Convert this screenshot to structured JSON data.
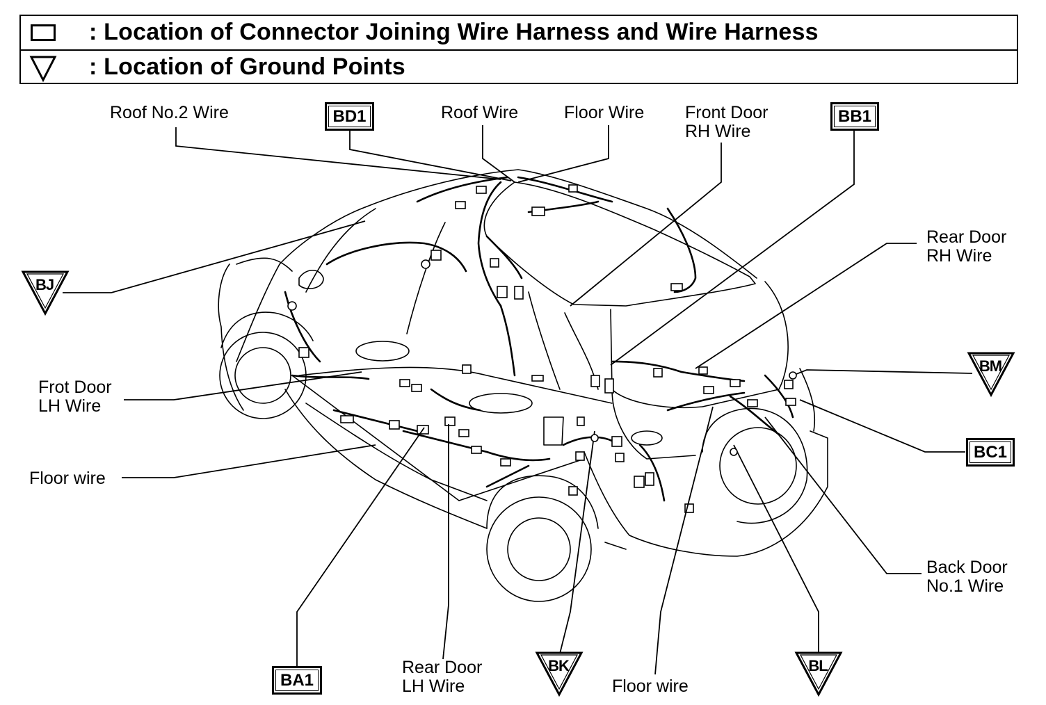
{
  "legend": {
    "connector_text": ": Location of Connector Joining Wire Harness and Wire Harness",
    "ground_text": ": Location of Ground Points"
  },
  "labels": {
    "roof_no2_wire": "Roof No.2 Wire",
    "roof_wire": "Roof Wire",
    "floor_wire_top": "Floor Wire",
    "front_door_rh_wire_1": "Front Door",
    "front_door_rh_wire_2": "RH Wire",
    "rear_door_rh_wire_1": "Rear Door",
    "rear_door_rh_wire_2": "RH Wire",
    "frot_door_lh_wire_1": "Frot Door",
    "frot_door_lh_wire_2": "LH Wire",
    "floor_wire_left": "Floor wire",
    "rear_door_lh_wire_1": "Rear Door",
    "rear_door_lh_wire_2": "LH Wire",
    "floor_wire_bottom": "Floor wire",
    "back_door_no1_wire_1": "Back Door",
    "back_door_no1_wire_2": "No.1 Wire"
  },
  "connectors": {
    "bd1": "BD1",
    "bb1": "BB1",
    "bc1": "BC1",
    "ba1": "BA1"
  },
  "grounds": {
    "bj": "BJ",
    "bm": "BM",
    "bk": "BK",
    "bl": "BL"
  }
}
